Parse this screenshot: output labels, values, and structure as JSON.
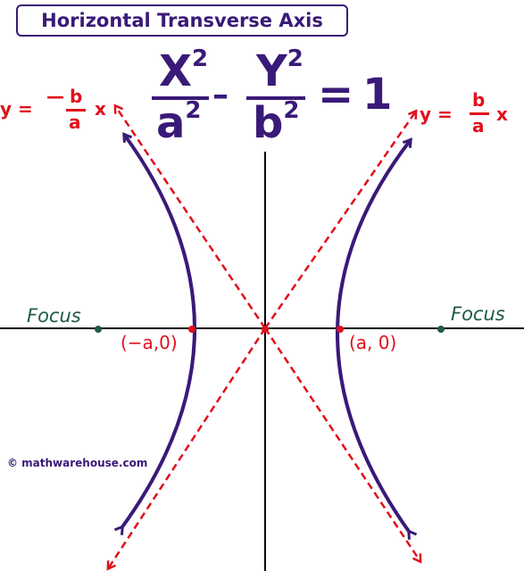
{
  "title": "Horizontal Transverse Axis",
  "equation": {
    "x_var": "X",
    "y_var": "Y",
    "a_den": "a",
    "b_den": "b",
    "exp": "2",
    "minus": "–",
    "equals": "=",
    "rhs": "1"
  },
  "asymptotes": {
    "left": {
      "lhs": "y =",
      "sign": "—",
      "num": "b",
      "den": "a",
      "var": "x"
    },
    "right": {
      "lhs": "y =",
      "num": "b",
      "den": "a",
      "var": "x"
    }
  },
  "labels": {
    "focus_left": "Focus",
    "focus_right": "Focus",
    "vertex_left": "(−a,0)",
    "vertex_right": "(a, 0)"
  },
  "credit": "© mathwarehouse.com",
  "colors": {
    "curve": "#3a1a78",
    "asymptote": "#e0101c",
    "focus": "#1f5c45",
    "axis": "#000000"
  }
}
